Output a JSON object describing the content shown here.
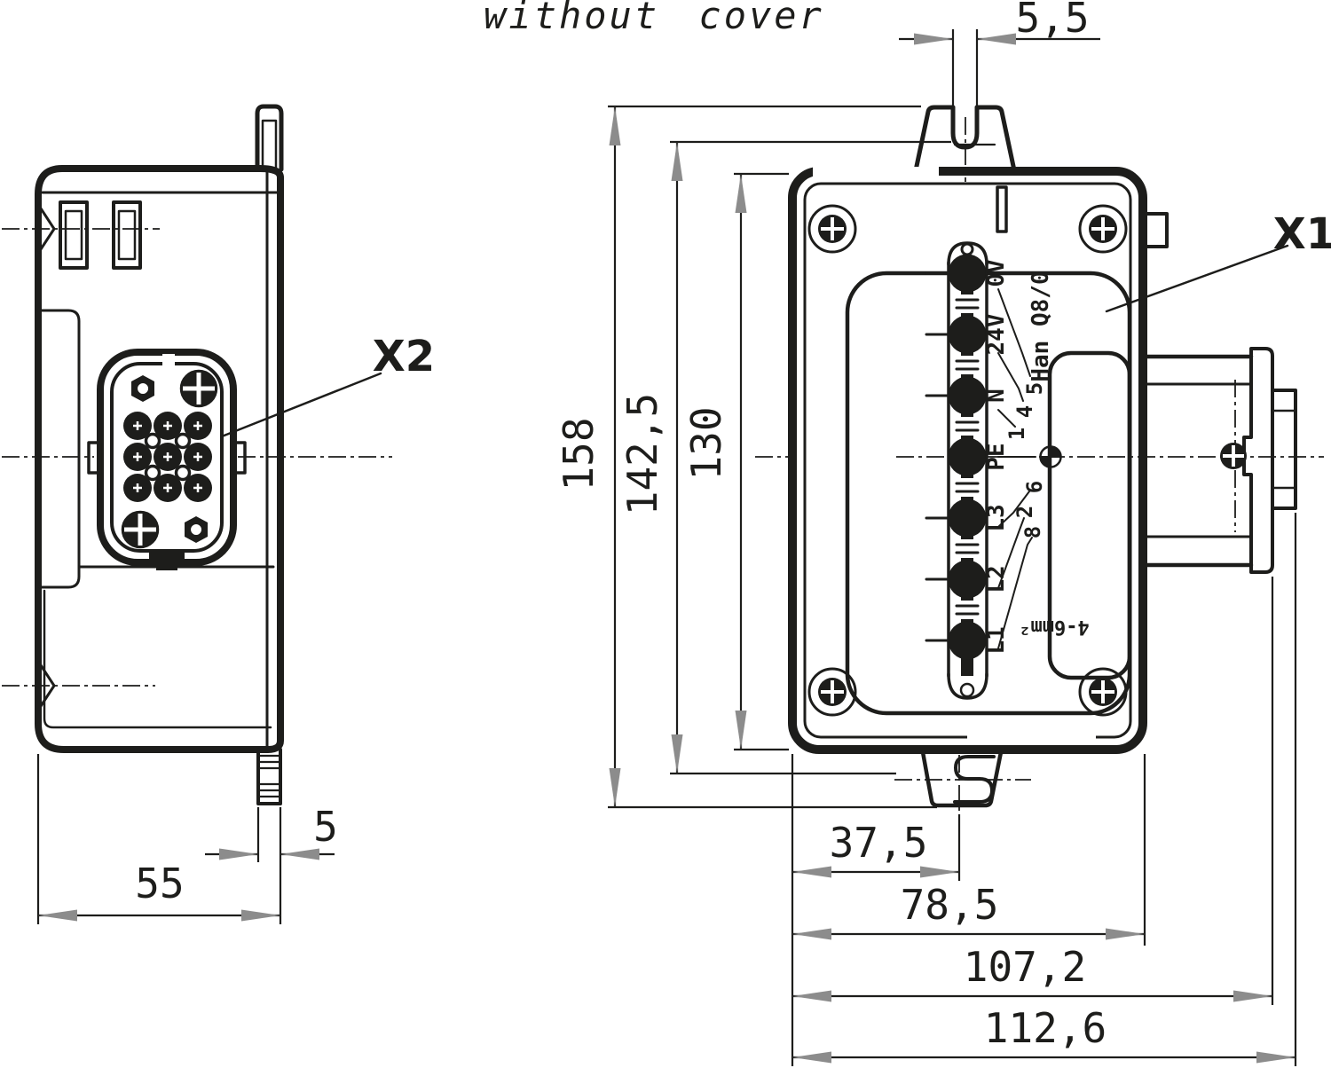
{
  "title": "without cover",
  "colors": {
    "line": "#1d1d1b",
    "arrow": "#8c8c8c",
    "background": "#ffffff"
  },
  "connectors": {
    "front_label": "X1",
    "side_label": "X2",
    "type_label": "Han Q8/0",
    "wire_range_label": "4-6mm²"
  },
  "terminals": [
    {
      "label": "0V",
      "pin": "5"
    },
    {
      "label": "24V",
      "pin": "4"
    },
    {
      "label": "N",
      "pin": "1"
    },
    {
      "label": "PE",
      "pin": ""
    },
    {
      "label": "L3",
      "pin": "6"
    },
    {
      "label": "L2",
      "pin": "2"
    },
    {
      "label": "L1",
      "pin": "8"
    }
  ],
  "dimensions": {
    "slot_width": "5,5",
    "overall_height": "158",
    "clip_height": "142,5",
    "body_height": "130",
    "hook_offset": "37,5",
    "body_width": "78,5",
    "flange_width": "107,2",
    "overall_width": "112,6",
    "side_tab": "5",
    "side_width": "55"
  }
}
